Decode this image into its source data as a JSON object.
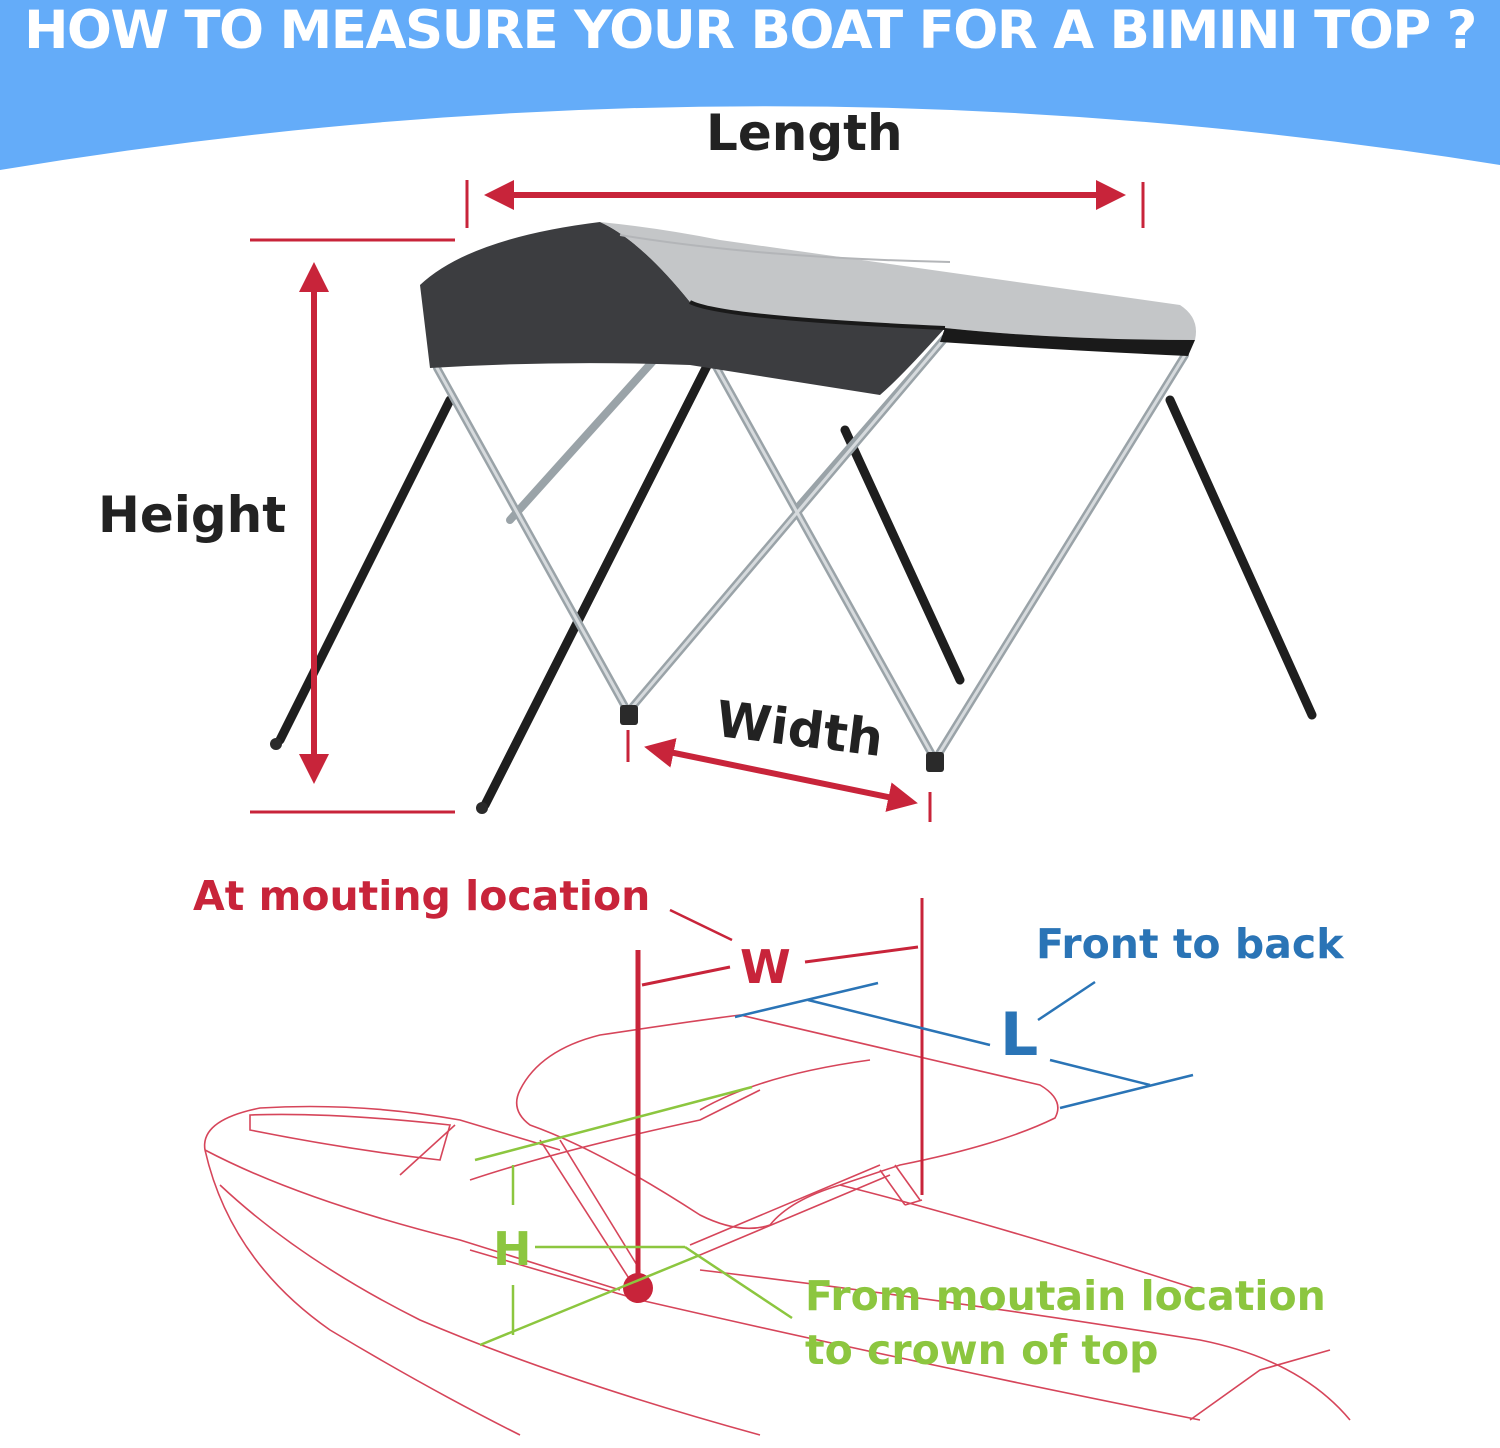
{
  "header": {
    "title": "HOW TO MEASURE YOUR BOAT FOR A BIMINI TOP ?",
    "band_color": "#64acf9"
  },
  "top_diagram": {
    "length_label": "Length",
    "height_label": "Height",
    "width_label": "Width",
    "arrow_color": "#c8243a"
  },
  "bottom_diagram": {
    "mounting_label": "At mouting location",
    "w_label": "W",
    "front_back_label": "Front to back",
    "l_label": "L",
    "h_label": "H",
    "mount_to_crown_line1": "From moutain location",
    "mount_to_crown_line2": "to crown of top",
    "colors": {
      "red": "#c8243a",
      "blue": "#2a74b6",
      "green": "#8cc63f"
    }
  }
}
